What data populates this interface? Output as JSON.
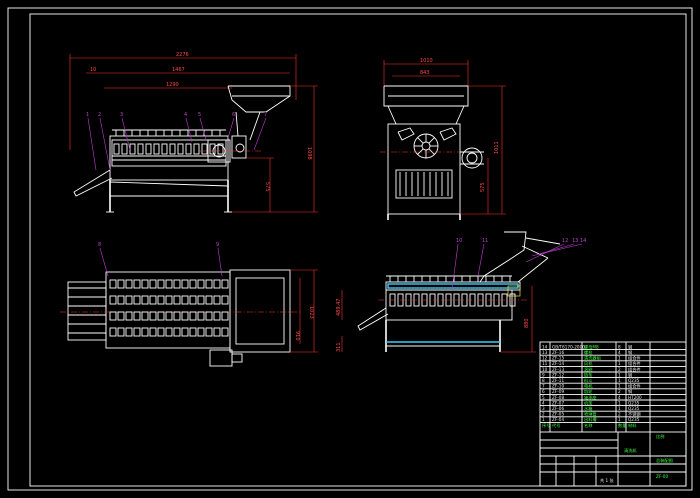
{
  "drawing": {
    "front_view": {
      "dims": [
        "2276",
        "10",
        "1467",
        "1290"
      ],
      "vertical_dims": [
        "1098",
        "575"
      ],
      "part_labels": [
        "1",
        "2",
        "3",
        "4",
        "5",
        "6",
        "7"
      ]
    },
    "side_view": {
      "dims": [
        "1010",
        "843"
      ],
      "vertical_dims": [
        "1011",
        "575"
      ]
    },
    "top_view": {
      "part_labels": [
        "8",
        "9"
      ],
      "vertical_dims": [
        "1023",
        "910"
      ]
    },
    "section_view": {
      "part_labels": [
        "10",
        "11",
        "12",
        "13",
        "14"
      ],
      "vertical_dims": [
        "489.47",
        "880",
        "311"
      ]
    }
  },
  "title_block": {
    "parts_rows": [
      [
        "14",
        "GB/T6170-2000",
        "螺母M8",
        "8",
        "钢"
      ],
      [
        "13",
        "ZF-16",
        "螺栓",
        "4",
        "钢"
      ],
      [
        "12",
        "ZF-15",
        "清洗器组",
        "1",
        "组合件"
      ],
      [
        "11",
        "ZF-14",
        "风机",
        "1",
        "组合件"
      ],
      [
        "10",
        "ZF-13",
        "滚刷",
        "2",
        "组合件"
      ],
      [
        "9",
        "ZF-12",
        "链条",
        "1",
        "钢"
      ],
      [
        "8",
        "ZF-11",
        "料斗",
        "1",
        "Q235"
      ],
      [
        "7",
        "ZF-10",
        "电机",
        "1",
        "组合件"
      ],
      [
        "6",
        "ZF-09",
        "链轮",
        "2",
        "钢"
      ],
      [
        "5",
        "ZF-08",
        "轴承座",
        "4",
        "HT200"
      ],
      [
        "4",
        "ZF-07",
        "机架",
        "1",
        "Q235"
      ],
      [
        "3",
        "ZF-06",
        "水箱",
        "1",
        "Q235"
      ],
      [
        "2",
        "ZF-05",
        "喷淋管",
        "2",
        "不锈钢"
      ],
      [
        "1",
        "ZF-04",
        "出料槽",
        "1",
        "Q235"
      ]
    ],
    "header_labels": [
      "序号",
      "代号",
      "名称",
      "数量",
      "材料"
    ],
    "drawing_name": "清洗机",
    "drawing_subtitle": "总装配图",
    "drawing_number": "ZF-00",
    "scale_label": "比例",
    "sheet_label": "共 1 张"
  }
}
